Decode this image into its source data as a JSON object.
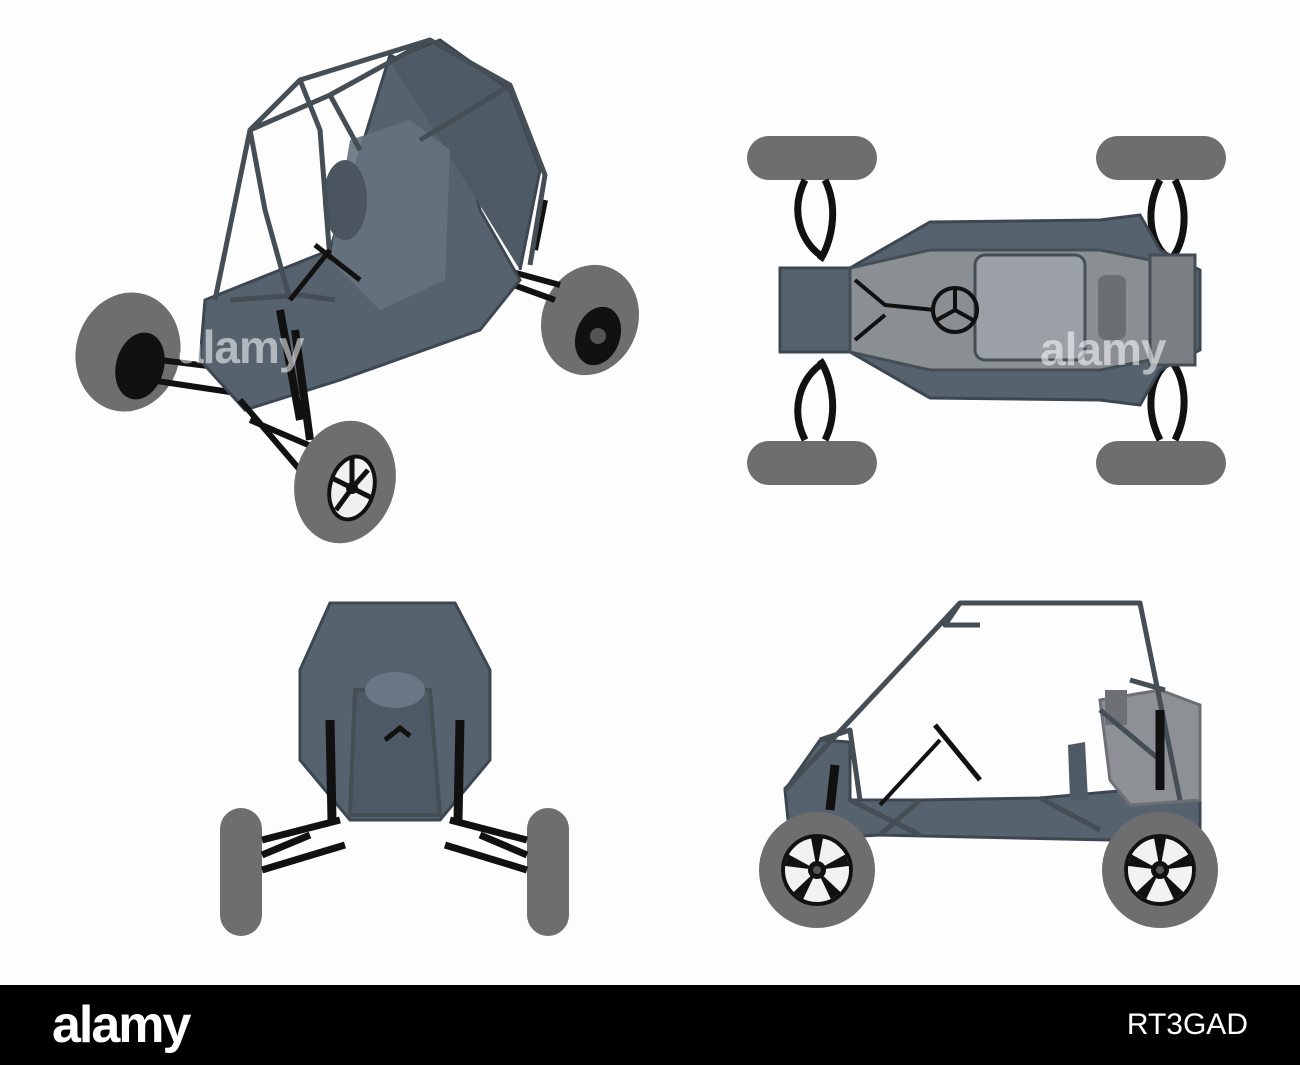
{
  "image": {
    "subject": "buggy",
    "views": [
      "isometric",
      "top",
      "front",
      "side"
    ],
    "colors": {
      "body": "#56636f",
      "body_dark": "#3c4752",
      "frame": "#454d55",
      "tire": "#6e6e6e",
      "rim": "#111111",
      "engine": "#8d9196",
      "background": "#fdfdfd"
    }
  },
  "watermarks": {
    "alamy_1": "alamy",
    "alamy_2": "alamy"
  },
  "footer": {
    "logo": "alamy",
    "image_id": "RT3GAD"
  }
}
